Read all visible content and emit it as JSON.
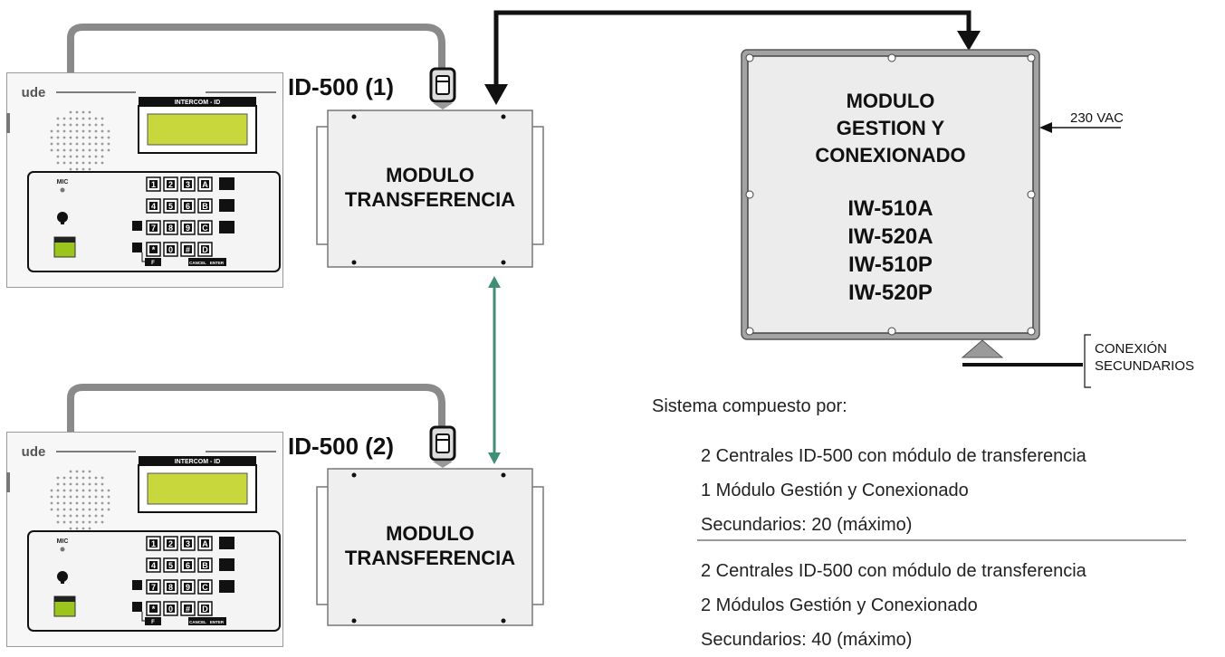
{
  "labels": {
    "id500_1": "ID-500 (1)",
    "id500_2": "ID-500 (2)",
    "transfer_1": [
      "MODULO",
      "TRANSFERENCIA"
    ],
    "transfer_2": [
      "MODULO",
      "TRANSFERENCIA"
    ],
    "gestion": [
      "MODULO",
      "GESTION Y",
      "CONEXIONADO"
    ],
    "models": [
      "IW-510A",
      "IW-520A",
      "IW-510P",
      "IW-520P"
    ],
    "power": "230 VAC",
    "secondary": [
      "CONEXIÓN",
      "SECUNDARIOS"
    ]
  },
  "panel": {
    "brand": "ude",
    "display_title": "INTERCOM - ID",
    "mic": "MIC",
    "keys": [
      [
        "1",
        "2",
        "3",
        "A"
      ],
      [
        "4",
        "5",
        "6",
        "B"
      ],
      [
        "7",
        "8",
        "9",
        "C"
      ],
      [
        "*",
        "0",
        "#",
        "D"
      ]
    ],
    "func_keys": [
      "F",
      "CANCEL",
      "ENTER"
    ]
  },
  "system": {
    "title": "Sistema compuesto por:",
    "config1": [
      "2 Centrales ID-500 con módulo de transferencia",
      "1 Módulo Gestión y Conexionado",
      "Secundarios: 20 (máximo)"
    ],
    "config2": [
      "2 Centrales ID-500 con módulo de transferencia",
      "2 Módulos Gestión y Conexionado",
      "Secundarios: 40 (máximo)"
    ]
  },
  "colors": {
    "display": "#c8d83c",
    "card_slot": "#9bc41c",
    "link": "#3f8f74",
    "box_fill": "#efefef",
    "cable": "#888888"
  }
}
